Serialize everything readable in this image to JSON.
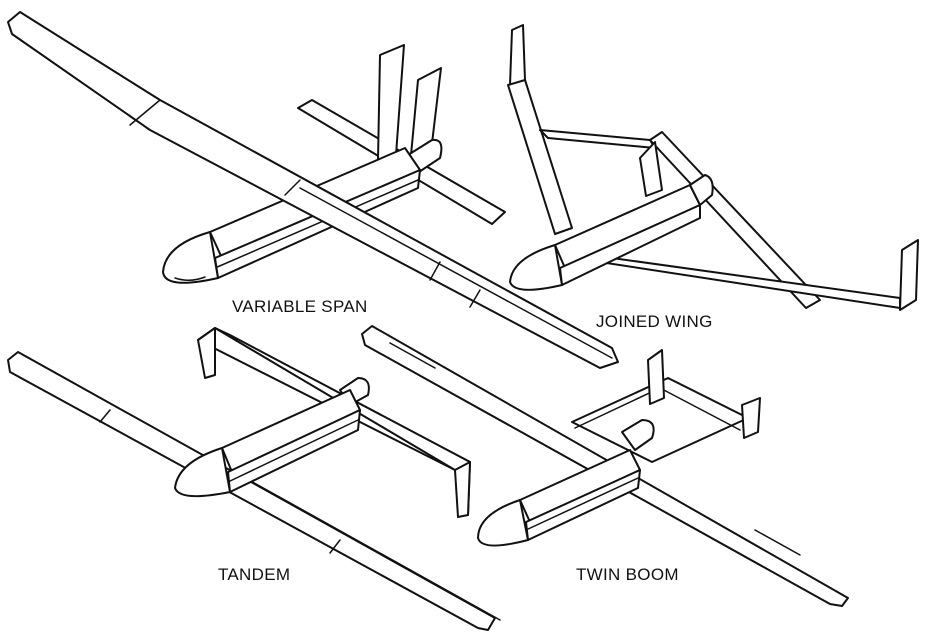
{
  "figure": {
    "labels": {
      "variable_span": "VARIABLE SPAN",
      "joined_wing": "JOINED WING",
      "tandem": "TANDEM",
      "twin_boom": "TWIN BOOM"
    }
  }
}
